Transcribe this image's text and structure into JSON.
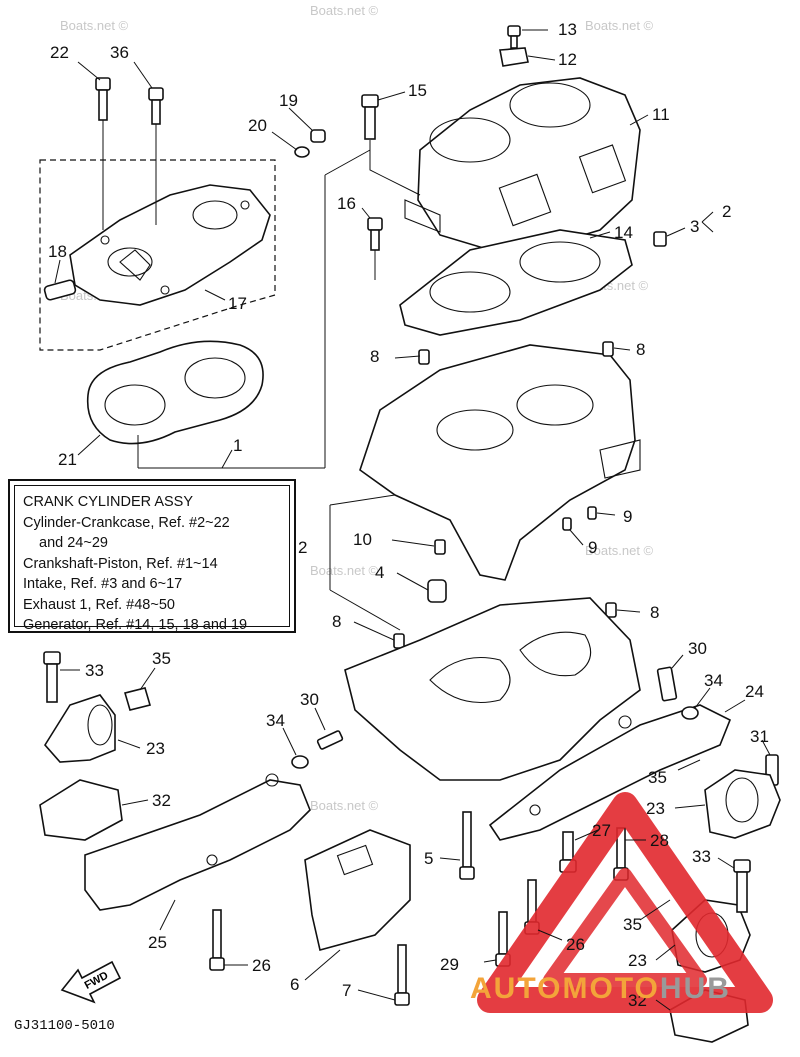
{
  "watermark": "Boats.net ©",
  "callouts": {
    "c1": "1",
    "c2a": "2",
    "c2b": "2",
    "c3": "3",
    "c4": "4",
    "c5": "5",
    "c6": "6",
    "c7": "7",
    "c8a": "8",
    "c8b": "8",
    "c8c": "8",
    "c8d": "8",
    "c9a": "9",
    "c9b": "9",
    "c10": "10",
    "c11": "11",
    "c12": "12",
    "c13": "13",
    "c14": "14",
    "c15": "15",
    "c16": "16",
    "c17": "17",
    "c18": "18",
    "c19": "19",
    "c20": "20",
    "c21": "21",
    "c22": "22",
    "c23a": "23",
    "c23b": "23",
    "c23c": "23",
    "c24": "24",
    "c25": "25",
    "c26a": "26",
    "c26b": "26",
    "c27": "27",
    "c28": "28",
    "c29": "29",
    "c30a": "30",
    "c30b": "30",
    "c31": "31",
    "c32a": "32",
    "c32b": "32",
    "c33a": "33",
    "c33b": "33",
    "c34a": "34",
    "c34b": "34",
    "c35a": "35",
    "c35b": "35",
    "c35c": "35",
    "c36": "36"
  },
  "legend": {
    "title": "CRANK CYLINDER ASSY",
    "line1": "Cylinder-Crankcase, Ref. #2~22",
    "line2": "and 24~29",
    "line3": "Crankshaft-Piston, Ref. #1~14",
    "line4": "Intake, Ref. #3 and 6~17",
    "line5": "Exhaust 1, Ref. #48~50",
    "line6": "Generator, Ref. #14, 15, 18 and 19"
  },
  "fwd_label": "FWD",
  "diagram_code": "GJ31100-5010",
  "logo": {
    "part1": "AUTOMOTO",
    "part2": "HUB",
    "accent": "#e1282d"
  }
}
